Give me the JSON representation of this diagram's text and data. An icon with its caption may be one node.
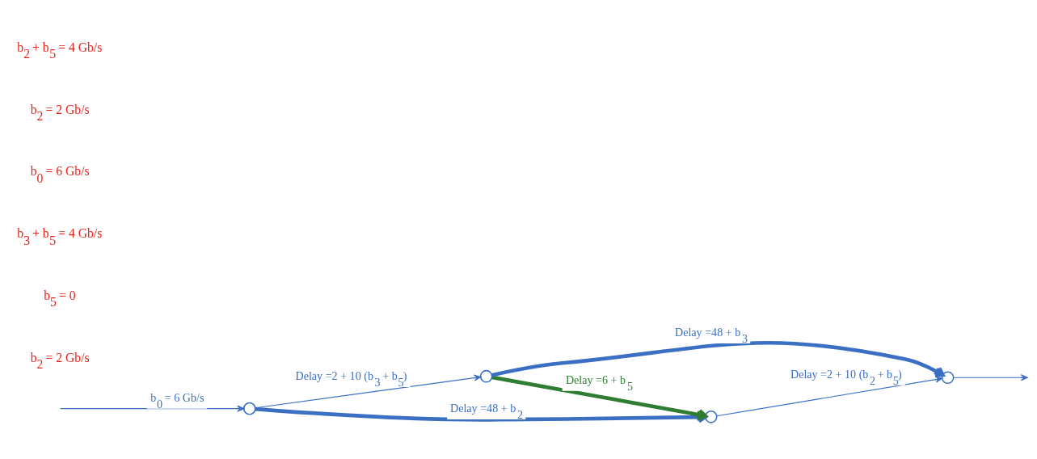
{
  "diagram": {
    "nodes": [
      {
        "text": [],
        "shape": "circle"
      },
      {
        "text": [],
        "shape": "circle"
      },
      {
        "text": [],
        "shape": "circle"
      },
      {
        "text": [],
        "shape": "circle"
      }
    ],
    "edges": [
      {
        "from": null,
        "to": 0,
        "arrow": "to",
        "label": "b$_{0}$ = 6 Gb/s"
      },
      {
        "from": 0,
        "to": 1,
        "arrow": "to",
        "label": "Delay =2 + 10 (b$_{3}$ + b$_{5}$)"
      },
      {
        "from": 1,
        "to": 3,
        "arrow": "to",
        "label": "Delay =48 + b$_{3}$",
        "style": "thick"
      },
      {
        "from": 0,
        "to": 2,
        "arrow": "to",
        "label": "Delay =48 + b$_{2}$",
        "style": "thick"
      },
      {
        "from": 2,
        "to": 3,
        "arrow": "to",
        "label": "Delay =2 + 10 (b$_{2}$ + b$_{5}$)"
      },
      {
        "from": 1,
        "to": 2,
        "arrow": "to",
        "label": "Delay =6 + b$_{5}$",
        "style": "thick",
        "color": "#2e7d32"
      },
      {
        "from": 3,
        "to": null,
        "arrow": "to"
      }
    ],
    "labels": [
      "b$_{2}$ = 2 Gb/s",
      "b$_{5}$ = 0",
      "b$_{3}$ + b$_{5}$ = 4 Gb/s",
      "b$_{0}$ = 6 Gb/s",
      "b$_{2}$ = 2 Gb/s",
      "b$_{2}$ + b$_{5}$ = 4 Gb/s"
    ]
  }
}
